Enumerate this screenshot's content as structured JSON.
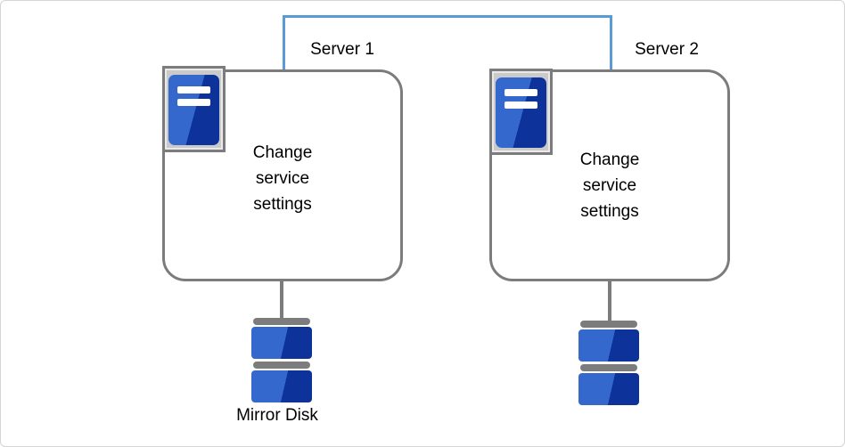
{
  "diagram": {
    "type": "cluster-mirror-disk-architecture",
    "servers": [
      {
        "label": "Server 1",
        "body": "Change service settings"
      },
      {
        "label": "Server 2",
        "body": "Change service settings"
      }
    ],
    "mirror_disk": {
      "label": "Mirror Disk"
    },
    "icons": [
      "server-icon",
      "mirror-disk-icon",
      "heartbeat-connector-line"
    ],
    "colors": {
      "link_blue": "#5B9BD5",
      "outline_gray": "#7C7C7C",
      "icon_silver": "#CACACA",
      "blue_light": "#3568CC",
      "blue_dark": "#0D339B",
      "canvas_border": "#D4D4D4",
      "text": "#000000"
    }
  }
}
